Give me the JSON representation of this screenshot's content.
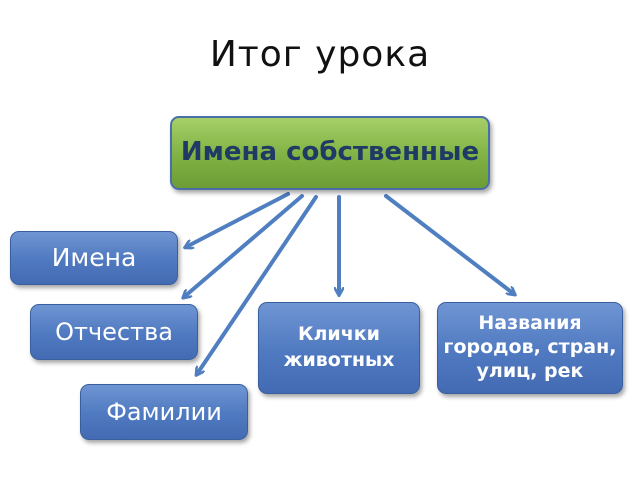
{
  "title": "Итог урока",
  "colors": {
    "root_fill": "#8cbd52",
    "root_border": "#4a6fa8",
    "root_text": "#1f3a64",
    "node_fill": "#5580c4",
    "node_text": "#ffffff",
    "arrow": "#4f7fc0"
  },
  "root": {
    "label": "Имена собственные"
  },
  "children": [
    {
      "id": "names",
      "label": "Имена"
    },
    {
      "id": "patron",
      "label": "Отчества"
    },
    {
      "id": "surn",
      "label": "Фамилии"
    },
    {
      "id": "pets",
      "label": "Клички животных"
    },
    {
      "id": "places",
      "label": "Названия городов, стран, улиц, рек"
    }
  ],
  "edges": [
    {
      "from": "root",
      "to": "names"
    },
    {
      "from": "root",
      "to": "patron"
    },
    {
      "from": "root",
      "to": "surn"
    },
    {
      "from": "root",
      "to": "pets"
    },
    {
      "from": "root",
      "to": "places"
    }
  ]
}
